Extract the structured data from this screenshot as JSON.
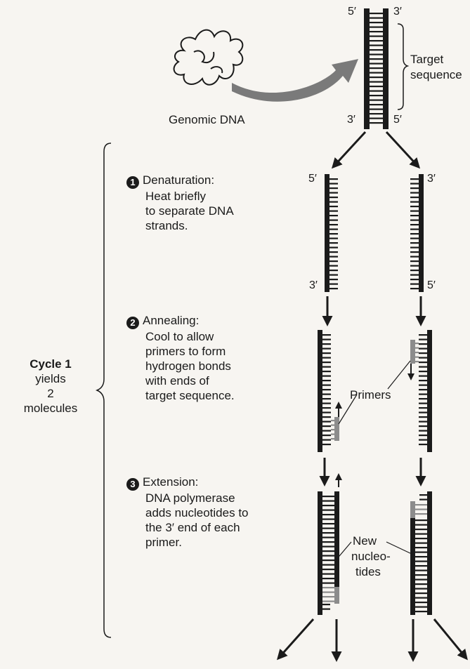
{
  "genomic_label": "Genomic DNA",
  "target_label": [
    "Target",
    "sequence"
  ],
  "ends": {
    "five": "5′",
    "three": "3′"
  },
  "steps": [
    {
      "number": "1",
      "lines": [
        "Denaturation:",
        "Heat briefly",
        "to separate DNA",
        "strands."
      ]
    },
    {
      "number": "2",
      "lines": [
        "Annealing:",
        "Cool to allow",
        "primers to form",
        "hydrogen bonds",
        "with ends of",
        "target sequence."
      ]
    },
    {
      "number": "3",
      "lines": [
        "Extension:",
        "DNA polymerase",
        "adds nucleotides to",
        "the 3′ end of each",
        "primer."
      ]
    }
  ],
  "cycle": {
    "title": "Cycle 1",
    "lines": [
      "yields",
      "2",
      "molecules"
    ]
  },
  "primers_label": "Primers",
  "new_nucleotides_label": [
    "New",
    "nucleo-",
    "tides"
  ],
  "colors": {
    "strand": "#1b1b1b",
    "primer": "#8c8c8c",
    "arrow": "#1b1b1b",
    "curved_arrow": "#7a7a7a",
    "background": "#f7f5f1"
  }
}
